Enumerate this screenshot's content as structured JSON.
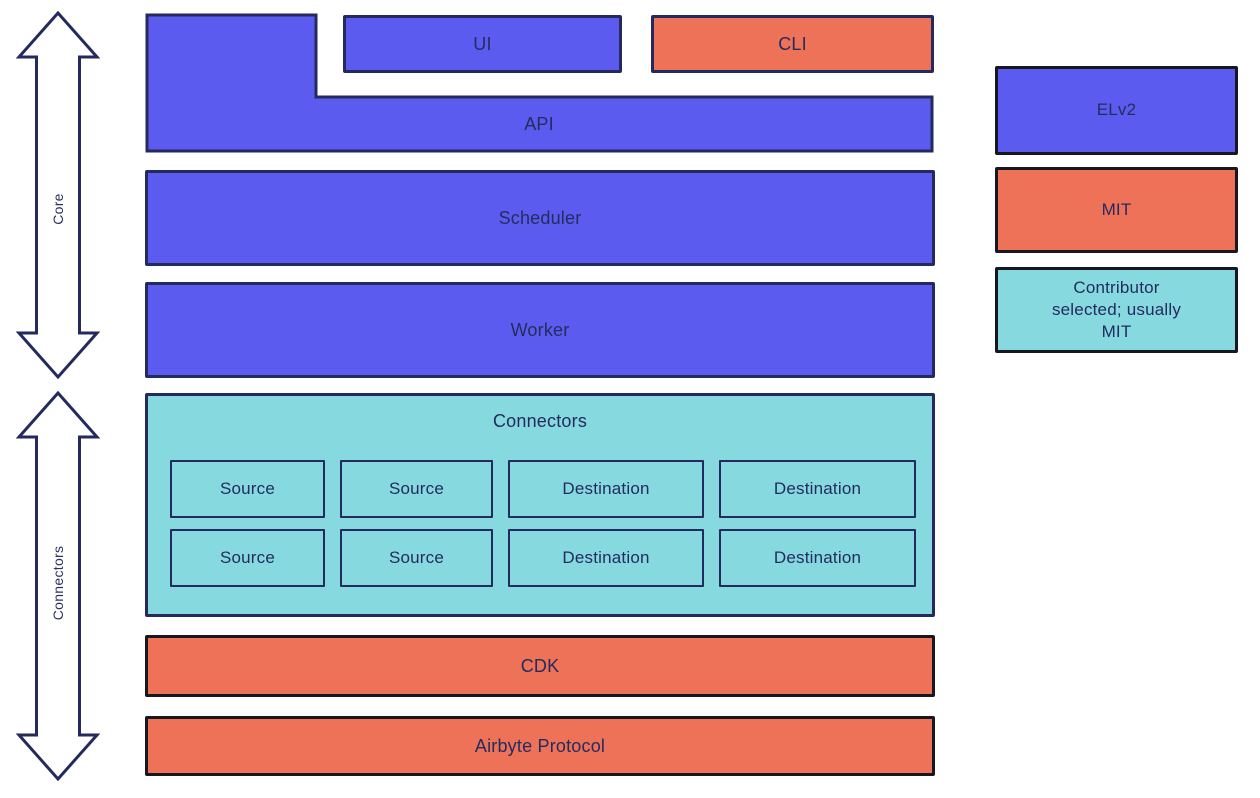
{
  "palette": {
    "elv2_blue": "#5B5CEF",
    "mit_orange": "#ED7258",
    "contributor_teal": "#85D9DF",
    "border_navy": "#252A5E",
    "border_dark": "#17171F",
    "text_navy": "#232C5E",
    "background": "#FFFFFF"
  },
  "side_labels": {
    "core": "Core",
    "connectors": "Connectors"
  },
  "blocks": {
    "api": "API",
    "ui": "UI",
    "cli": "CLI",
    "scheduler": "Scheduler",
    "worker": "Worker",
    "connectors_title": "Connectors",
    "cdk": "CDK",
    "airbyte_protocol": "Airbyte Protocol"
  },
  "connector_grid": {
    "rows": [
      [
        "Source",
        "Source",
        "Destination",
        "Destination"
      ],
      [
        "Source",
        "Source",
        "Destination",
        "Destination"
      ]
    ]
  },
  "legend": {
    "items": [
      {
        "label": "ELv2",
        "color": "#5B5CEF"
      },
      {
        "label": "MIT",
        "color": "#ED7258"
      },
      {
        "label": "Contributor selected; usually MIT",
        "color": "#85D9DF"
      }
    ]
  }
}
